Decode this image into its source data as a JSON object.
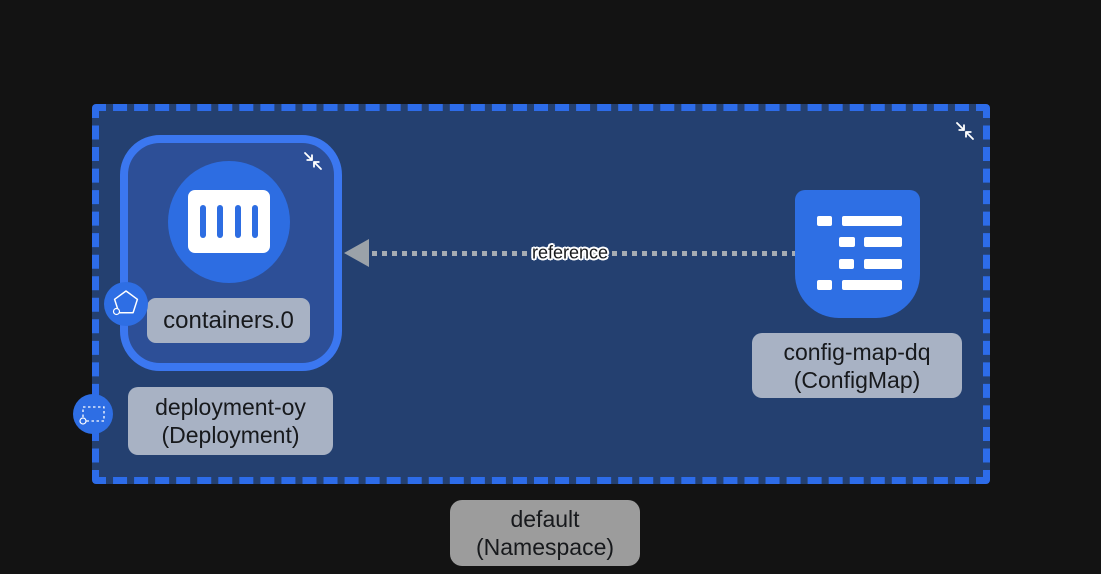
{
  "namespace": {
    "label_line1": "default",
    "label_line2": "(Namespace)"
  },
  "deployment": {
    "label_line1": "deployment-oy",
    "label_line2": "(Deployment)"
  },
  "container": {
    "label": "containers.0"
  },
  "configmap": {
    "label_line1": "config-map-dq",
    "label_line2": "(ConfigMap)"
  },
  "edge": {
    "label": "reference"
  },
  "colors": {
    "canvas_background": "#131313",
    "namespace_fill": "#244070",
    "namespace_border": "#2d6ce9",
    "deployment_fill": "#2d4f97",
    "deployment_border": "#3b77f0",
    "icon_blue": "#2e6fe4",
    "badge_blue_gray": "#a8b2c4",
    "badge_neutral_gray": "#9c9c9c",
    "edge_gray": "#a6acb3",
    "label_text": "#17191c",
    "glyph_white": "#ffffff"
  },
  "icons": {
    "collapse": "two-arrows-pointing-inward",
    "container": "white-box-with-vertical-bars",
    "configmap": "document-list-lines",
    "pentagon_handle": "pentagon-outline-with-dot",
    "rect_handle": "dashed-rectangle-with-dot",
    "arrowhead": "left-pointing-triangle"
  }
}
